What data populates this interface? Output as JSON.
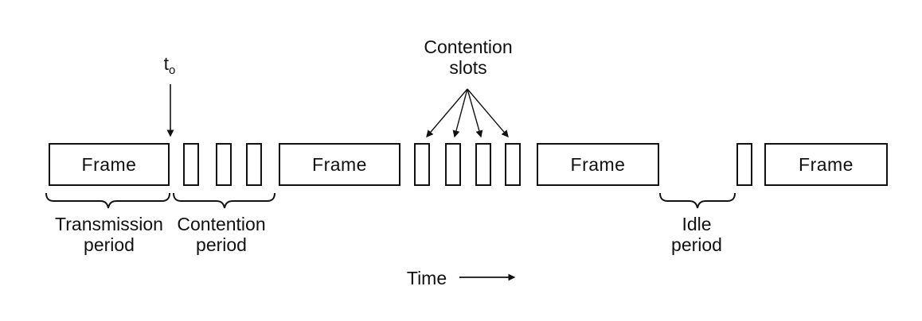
{
  "diagram": {
    "frames": [
      {
        "label": "Frame"
      },
      {
        "label": "Frame"
      },
      {
        "label": "Frame"
      },
      {
        "label": "Frame"
      }
    ],
    "contention_slot_groups": [
      {
        "after": "frame-1",
        "count": 3
      },
      {
        "after": "frame-2",
        "count": 4
      },
      {
        "after": "idle-period",
        "count": 1
      }
    ],
    "labels": {
      "t0": {
        "base": "t",
        "sub": "o"
      },
      "contention_slots": {
        "line1": "Contention",
        "line2": "slots"
      },
      "transmission_period": {
        "line1": "Transmission",
        "line2": "period"
      },
      "contention_period": {
        "line1": "Contention",
        "line2": "period"
      },
      "idle_period": {
        "line1": "Idle",
        "line2": "period"
      },
      "time": "Time"
    },
    "colors": {
      "ink": "#111111",
      "background": "#ffffff"
    }
  }
}
